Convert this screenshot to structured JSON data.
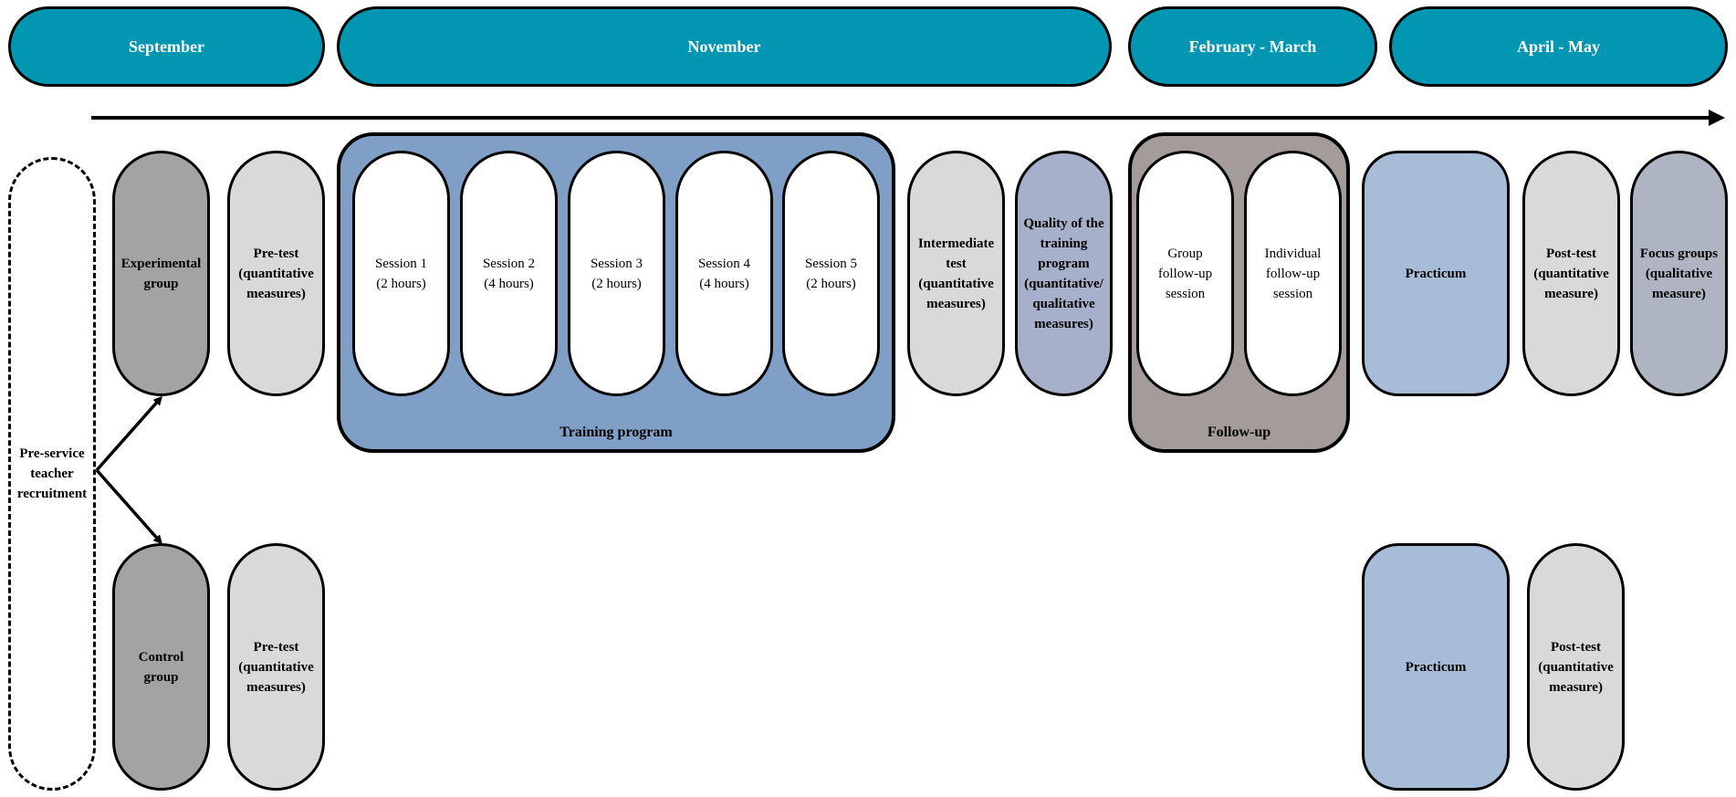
{
  "timeline": {
    "september": "September",
    "november": "November",
    "feb_march": "February - March",
    "april_may": "April - May"
  },
  "recruitment": "Pre-service\nteacher\nrecruitment",
  "experimental": {
    "group": "Experimental\ngroup",
    "pretest": "Pre-test\n(quantitative\nmeasures)",
    "training_label": "Training program",
    "sessions": [
      "Session 1\n(2 hours)",
      "Session 2\n(4 hours)",
      "Session 3\n(2 hours)",
      "Session 4\n(4 hours)",
      "Session 5\n(2 hours)"
    ],
    "intermediate": "Intermediate\ntest\n(quantitative\nmeasures)",
    "quality": "Quality of the\ntraining\nprogram\n(quantitative/\nqualitative\nmeasures)",
    "followup_label": "Follow-up",
    "group_followup": "Group\nfollow-up\nsession",
    "individual_followup": "Individual\nfollow-up\nsession",
    "practicum": "Practicum",
    "posttest": "Post-test\n(quantitative\nmeasure)",
    "focus": "Focus groups\n(qualitative\nmeasure)"
  },
  "control": {
    "group": "Control\ngroup",
    "pretest": "Pre-test\n(quantitative\nmeasures)",
    "practicum": "Practicum",
    "posttest": "Post-test\n(quantitative\nmeasure)"
  },
  "colors": {
    "header": "#0197b2",
    "group_dark": "#a3a3a3",
    "test_light": "#d9d9d9",
    "training_blue": "#7f9fc6",
    "quality_purple": "#a7b0ca",
    "followup_gray": "#a49b9b",
    "practicum_blue": "#a7bcd7",
    "focus_gray": "#aeb4c2"
  }
}
